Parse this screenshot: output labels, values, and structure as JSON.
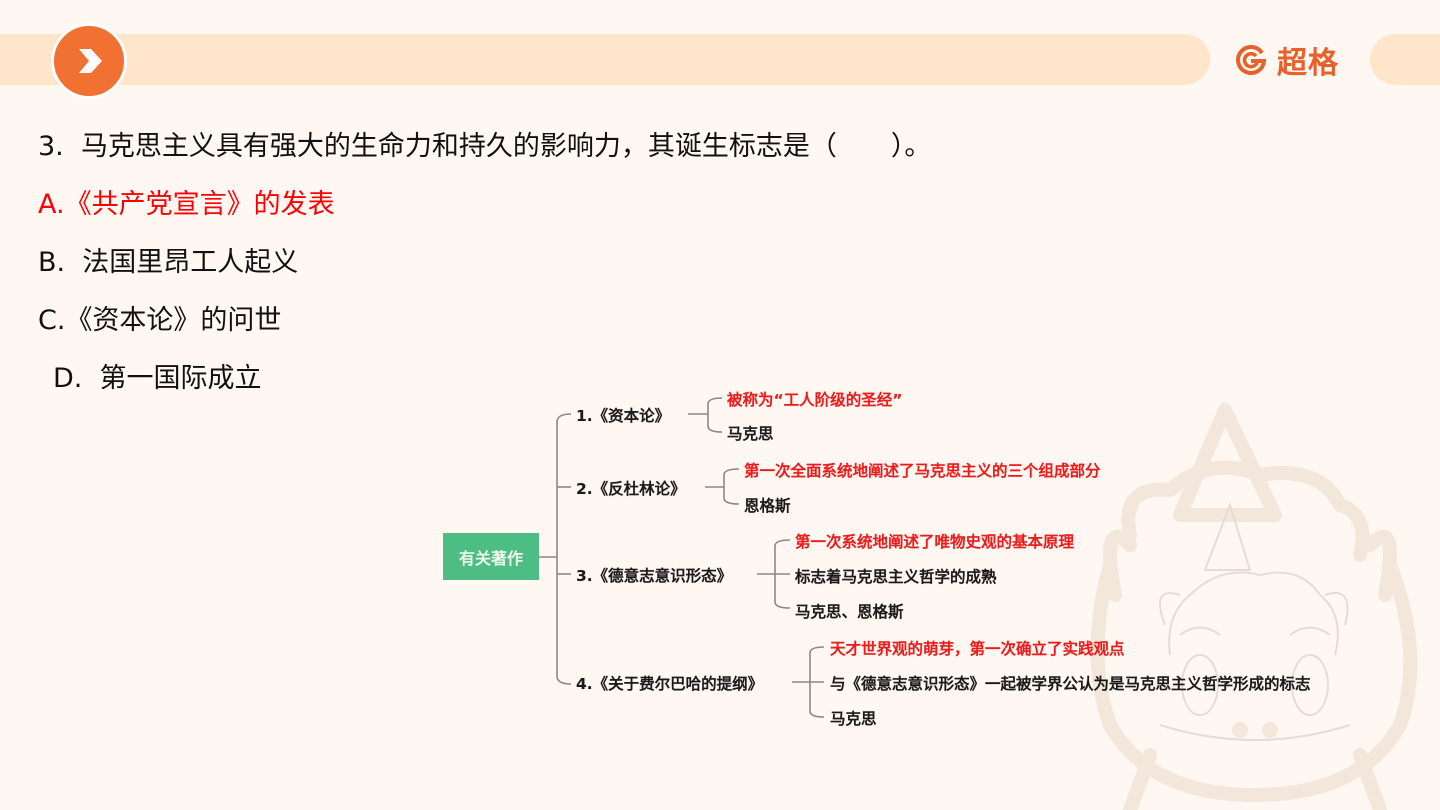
{
  "header": {
    "nav_icon": "chevron-right-icon",
    "logo": {
      "icon": "g-logo-icon",
      "text": "超格"
    },
    "colors": {
      "bar": "#ffe5c9",
      "accent": "#f07131",
      "logo": "#e8602a"
    }
  },
  "question": {
    "number": "3.",
    "text": "马克思主义具有强大的生命力和持久的影响力，其诞生标志是（　　）。",
    "options": [
      {
        "letter": "A.",
        "text": "《共产党宣言》的发表",
        "correct": true
      },
      {
        "letter": "B.",
        "text": "法国里昂工人起义",
        "correct": false
      },
      {
        "letter": "C.",
        "text": "《资本论》的问世",
        "correct": false
      },
      {
        "letter": "D.",
        "text": "第一国际成立",
        "correct": false
      }
    ],
    "colors": {
      "text": "#111111",
      "correct": "#ff0000"
    }
  },
  "mindmap": {
    "root": "有关著作",
    "branches": [
      {
        "label": "1.《资本论》",
        "children": [
          {
            "text": "被称为“工人阶级的圣经”",
            "highlight": true
          },
          {
            "text": "马克思",
            "highlight": false
          }
        ]
      },
      {
        "label": "2.《反杜林论》",
        "children": [
          {
            "text": "第一次全面系统地阐述了马克思主义的三个组成部分",
            "highlight": true
          },
          {
            "text": "恩格斯",
            "highlight": false
          }
        ]
      },
      {
        "label": "3.《德意志意识形态》",
        "children": [
          {
            "text": "第一次系统地阐述了唯物史观的基本原理",
            "highlight": true
          },
          {
            "text": "标志着马克思主义哲学的成熟",
            "highlight": false
          },
          {
            "text": "马克思、恩格斯",
            "highlight": false
          }
        ]
      },
      {
        "label": "4.《关于费尔巴哈的提纲》",
        "children": [
          {
            "text": "天才世界观的萌芽，第一次确立了实践观点",
            "highlight": true
          },
          {
            "text": "与《德意志意识形态》一起被学界公认为是马克思主义哲学形成的标志",
            "highlight": false
          },
          {
            "text": "马克思",
            "highlight": false
          }
        ]
      }
    ],
    "colors": {
      "root_bg": "#4dbd83",
      "highlight": "#ef1a1a",
      "line": "#8a8a80"
    }
  },
  "decoration": {
    "mascot": "unicorn-mascot-watermark"
  }
}
